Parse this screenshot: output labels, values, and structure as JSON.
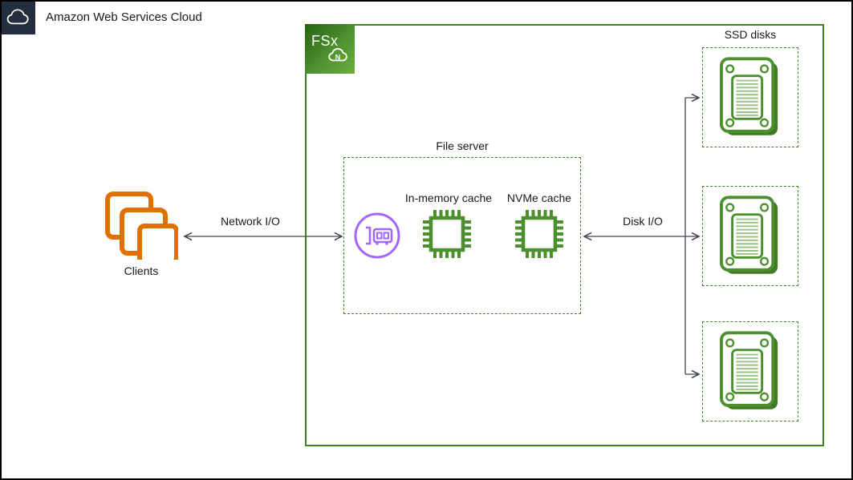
{
  "header": {
    "title": "Amazon Web Services Cloud"
  },
  "fsx_group": {
    "badge_text": "FSx",
    "badge_cloud_letter": "N"
  },
  "clients": {
    "label": "Clients"
  },
  "file_server": {
    "label": "File server",
    "in_memory_cache_label": "In-memory cache",
    "nvme_cache_label": "NVMe cache"
  },
  "connections": {
    "network_io_label": "Network I/O",
    "disk_io_label": "Disk I/O"
  },
  "ssd": {
    "label": "SSD disks",
    "disk_count": 3
  },
  "colors": {
    "aws_dark": "#232F3E",
    "group_green": "#3F8624",
    "icon_green": "#4C8F2E",
    "grille_green": "#9CC089",
    "shadow_green": "#3E7B22",
    "orange": "#E07100",
    "purple": "#A166FF",
    "arrow_gray": "#424650",
    "text": "#16191F"
  }
}
